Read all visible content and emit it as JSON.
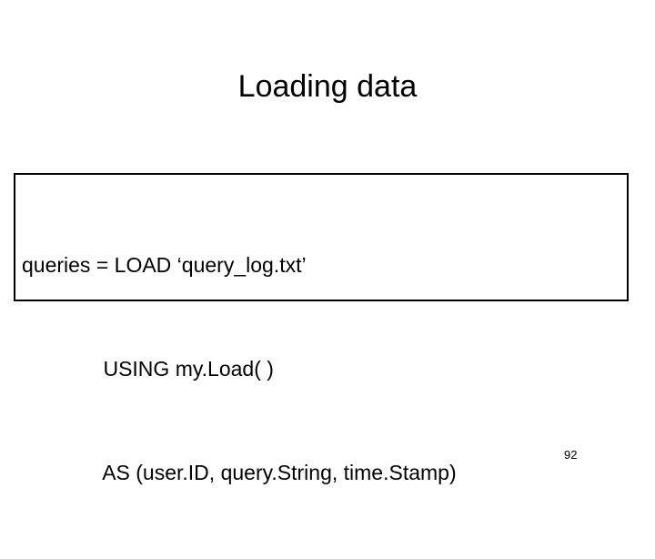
{
  "slide": {
    "title": "Loading data",
    "code_block": {
      "lines": [
        "queries = LOAD ‘query_log.txt’",
        "              USING my.Load( )",
        "              AS (user.ID, query.String, time.Stamp)"
      ],
      "line_1": "queries = LOAD ‘query_log.txt’",
      "line_2": "              USING my.Load( )",
      "line_3": "              AS (user.ID, query.String, time.Stamp)",
      "border_color": "#000000",
      "background_color": "#ffffff"
    },
    "page_number": "92",
    "background_color": "#ffffff",
    "text_color": "#000000"
  }
}
